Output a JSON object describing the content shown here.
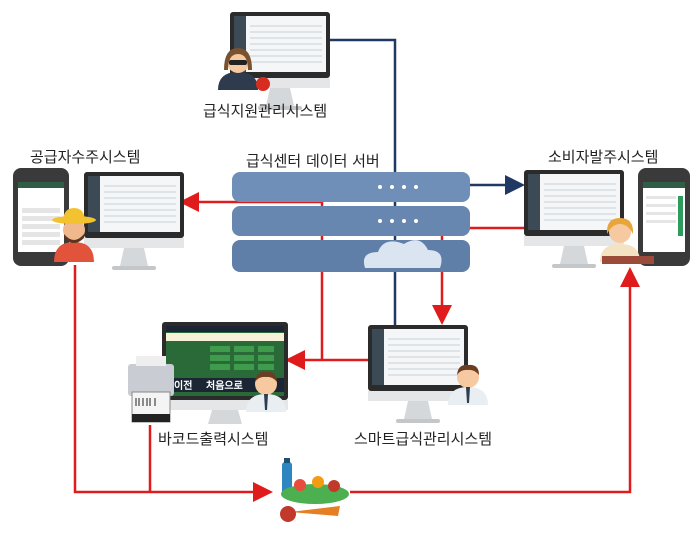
{
  "labels": {
    "support_system": "급식지원관리시스템",
    "supplier_system": "공급자수주시스템",
    "data_server": "급식센터 데이터 서버",
    "consumer_system": "소비자발주시스템",
    "barcode_system": "바코드출력시스템",
    "smart_system": "스마트급식관리시스템"
  },
  "kiosk": {
    "prev": "이전",
    "home": "처음으로"
  },
  "colors": {
    "navy_line": "#1f3864",
    "red_line": "#e01b1b",
    "server": "#6f8fb8"
  }
}
